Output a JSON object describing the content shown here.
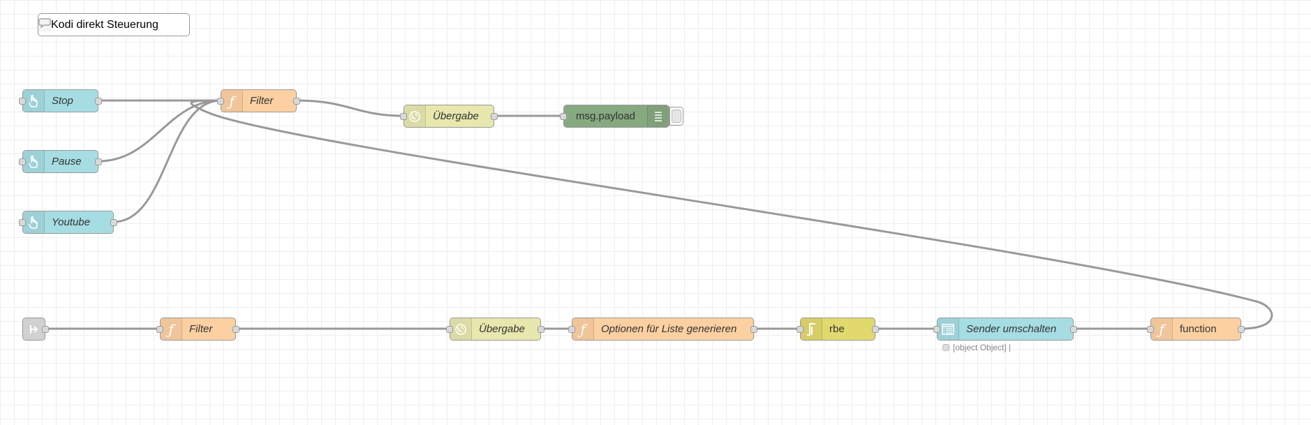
{
  "comment": {
    "label": "Kodi direkt Steuerung",
    "icon": "comment-icon"
  },
  "nodes": {
    "stop": {
      "label": "Stop",
      "type": "inject",
      "icon": "hand-pointer-icon"
    },
    "pause": {
      "label": "Pause",
      "type": "inject",
      "icon": "hand-pointer-icon"
    },
    "youtube": {
      "label": "Youtube",
      "type": "inject",
      "icon": "hand-pointer-icon"
    },
    "filter_top": {
      "label": "Filter",
      "type": "function",
      "icon": "function-icon"
    },
    "uebergabe_top": {
      "label": "Übergabe",
      "type": "http-request",
      "icon": "globe-icon"
    },
    "debug": {
      "label": "msg.payload",
      "type": "debug",
      "icon": "list-icon"
    },
    "link_in": {
      "label": "",
      "type": "link-in",
      "icon": "link-arrow-icon"
    },
    "filter_bottom": {
      "label": "Filter",
      "type": "function",
      "icon": "function-icon"
    },
    "uebergabe_bottom": {
      "label": "Übergabe",
      "type": "http-request",
      "icon": "globe-icon"
    },
    "optionen": {
      "label": "Optionen für Liste generieren",
      "type": "function",
      "icon": "function-icon"
    },
    "rbe": {
      "label": "rbe",
      "type": "rbe",
      "icon": "rbe-icon"
    },
    "sender": {
      "label": "Sender umschalten",
      "type": "ui-dropdown",
      "icon": "list-box-icon",
      "status": "[object Object] |"
    },
    "function": {
      "label": "function",
      "type": "function",
      "icon": "function-icon"
    }
  },
  "colors": {
    "inject": "#a6dde3",
    "function": "#fdd0a2",
    "http": "#e7e7ae",
    "debug": "#87a980",
    "rbe": "#e2d96e",
    "ui": "#a6dde3",
    "wire": "#999999",
    "grid": "#eeeeee"
  }
}
